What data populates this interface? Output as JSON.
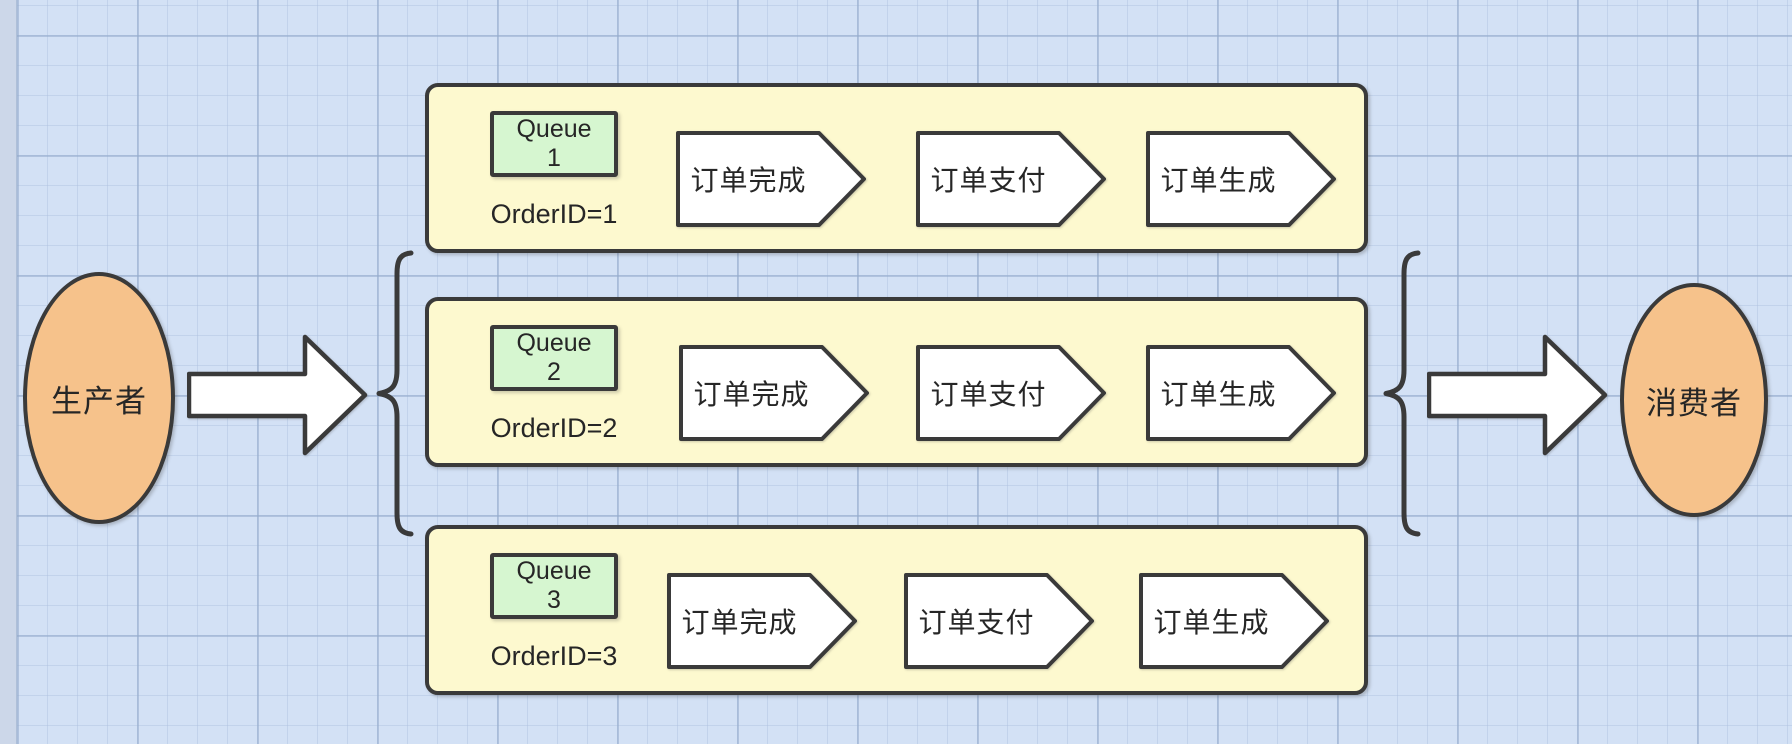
{
  "diagram": {
    "title_semantic": "message-queue-order-flow",
    "producer": {
      "label": "生产者"
    },
    "consumer": {
      "label": "消费者"
    },
    "queues": [
      {
        "name": "Queue",
        "number": "1",
        "order_label": "OrderID=1",
        "steps": [
          "订单完成",
          "订单支付",
          "订单生成"
        ]
      },
      {
        "name": "Queue",
        "number": "2",
        "order_label": "OrderID=2",
        "steps": [
          "订单完成",
          "订单支付",
          "订单生成"
        ]
      },
      {
        "name": "Queue",
        "number": "3",
        "order_label": "OrderID=3",
        "steps": [
          "订单完成",
          "订单支付",
          "订单生成"
        ]
      }
    ],
    "colors": {
      "canvas_bg": "#d3e1f5",
      "grid_minor": "#adc0de",
      "grid_major": "#94aacb",
      "queue_box_fill": "#fdf9cf",
      "queue_tag_fill": "#d6f6d0",
      "endpoint_fill": "#f6c28b",
      "step_fill": "#ffffff",
      "stroke": "#3a3a3a"
    }
  }
}
